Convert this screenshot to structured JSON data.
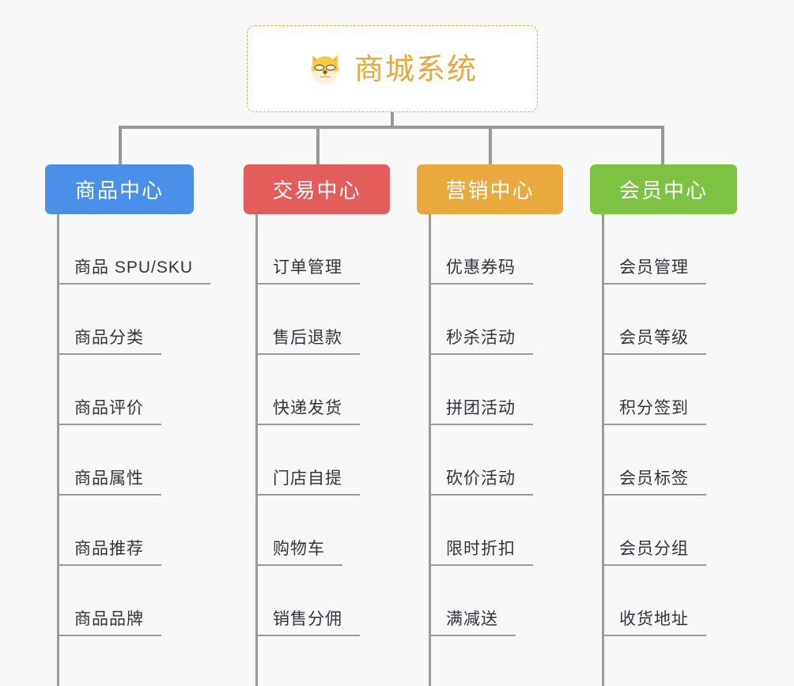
{
  "diagram": {
    "title": "商城系统",
    "root": {
      "label": "商城系统",
      "icon": "shiba-dog-icon",
      "border_color": "#eaa93e",
      "text_color": "#e8a83c",
      "background": "#ffffff"
    },
    "background_color": "#f8f8f8",
    "connector_color": "#989898",
    "leaf_text_color": "#31353b",
    "leaf_rule_color": "#9a9a9a",
    "branches": [
      {
        "label": "商品中心",
        "color": "#4a90e8",
        "items": [
          "商品 SPU/SKU",
          "商品分类",
          "商品评价",
          "商品属性",
          "商品推荐",
          "商品品牌"
        ]
      },
      {
        "label": "交易中心",
        "color": "#e35d5b",
        "items": [
          "订单管理",
          "售后退款",
          "快递发货",
          "门店自提",
          "购物车",
          "销售分佣"
        ]
      },
      {
        "label": "营销中心",
        "color": "#eaa93e",
        "items": [
          "优惠券码",
          "秒杀活动",
          "拼团活动",
          "砍价活动",
          "限时折扣",
          "满减送"
        ]
      },
      {
        "label": "会员中心",
        "color": "#7dc243",
        "items": [
          "会员管理",
          "会员等级",
          "积分签到",
          "会员标签",
          "会员分组",
          "收货地址"
        ]
      }
    ]
  }
}
